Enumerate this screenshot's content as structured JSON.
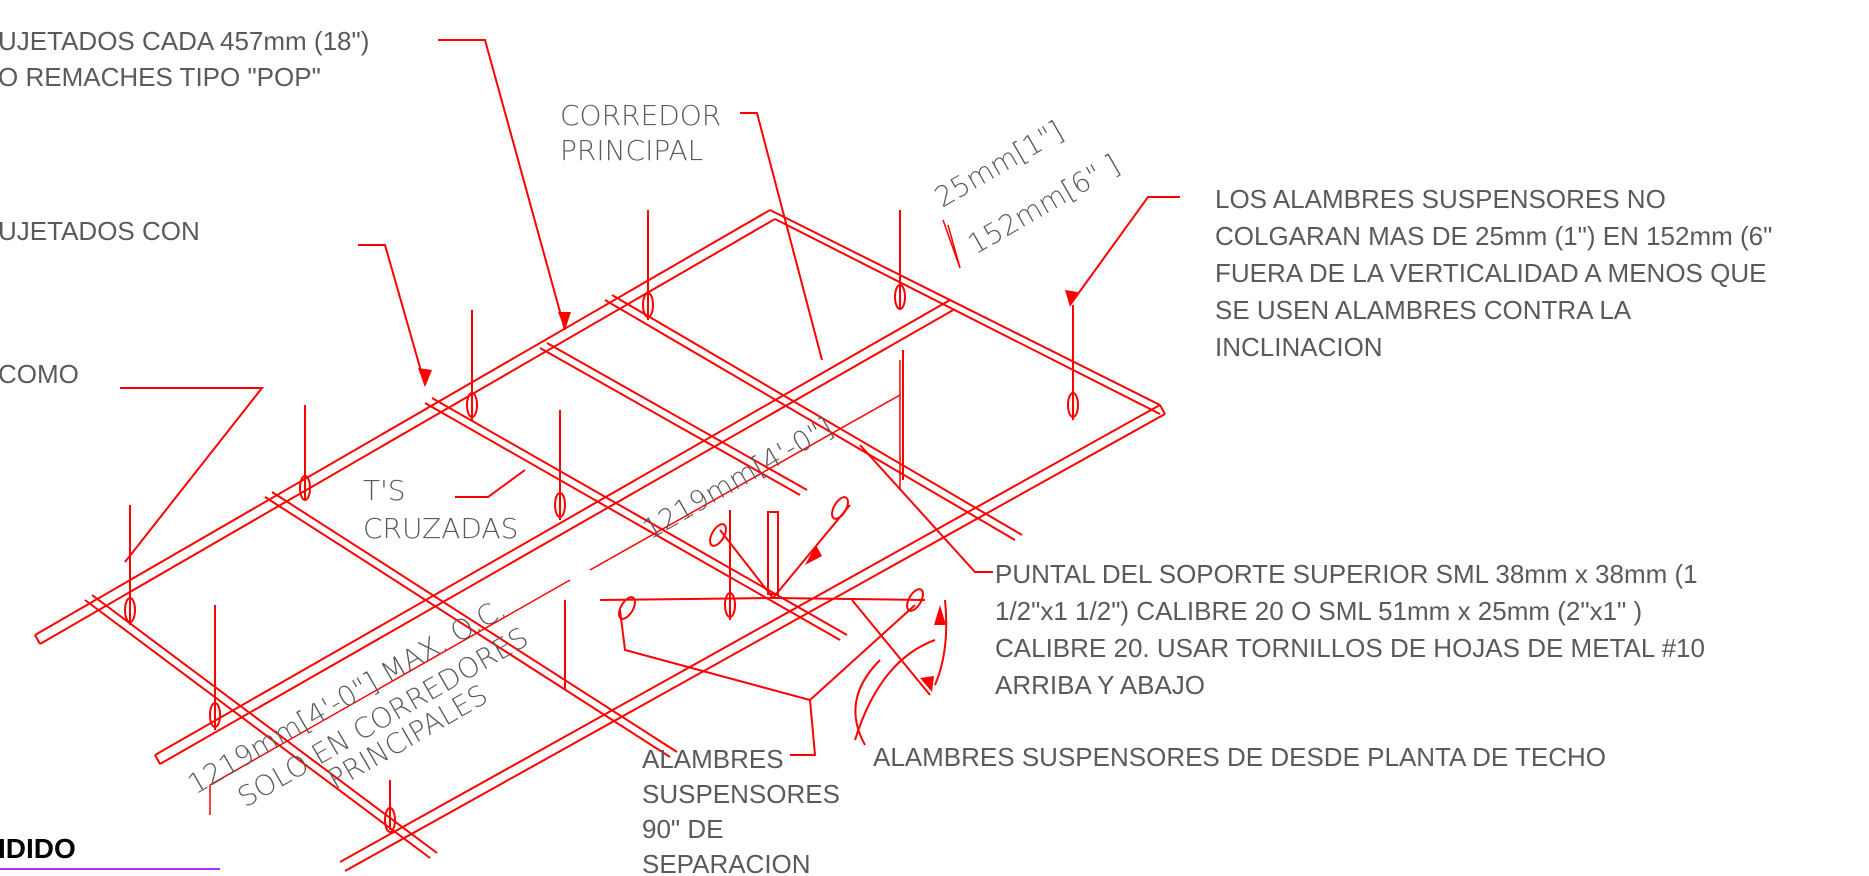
{
  "title": "IDIDO",
  "labels": {
    "corredor": "CORREDOR",
    "principal": "PRINCIPAL",
    "ts": "T'S",
    "cruzadas": "CRUZADAS"
  },
  "dimensions": {
    "slope_rise": "25mm[1\"]",
    "slope_run": "152mm[6\" ]",
    "top_span": "1219mm[4'-0\"]",
    "left_span": "1219mm[4'-0\"] MAX. O.C.",
    "left_span_line2": "SOLO EN CORREDORES",
    "left_span_line3": "PRINCIPALES"
  },
  "notes": {
    "sujetados_457_line1": "UJETADOS CADA 457mm (18\")",
    "sujetados_457_line2": "O REMACHES TIPO \"POP\"",
    "sujetados_con": "UJETADOS CON",
    "como": "COMO",
    "los_alambres": [
      "LOS ALAMBRES SUSPENSORES NO",
      "COLGARAN MAS DE 25mm (1\") EN 152mm (6\"",
      "FUERA DE LA VERTICALIDAD A MENOS QUE",
      "SE USEN ALAMBRES CONTRA LA",
      "INCLINACION"
    ],
    "puntal": [
      "PUNTAL DEL SOPORTE SUPERIOR SML 38mm x 38mm (1",
      "1/2\"x1 1/2\") CALIBRE 20 O SML 51mm x 25mm (2\"x1\" )",
      "CALIBRE 20. USAR TORNILLOS DE HOJAS DE METAL #10",
      "ARRIBA Y ABAJO"
    ],
    "alambres_desde": "ALAMBRES SUSPENSORES DE  DESDE PLANTA DE TECHO",
    "alambres_90": [
      "ALAMBRES",
      "SUSPENSORES",
      "90\" DE",
      "SEPARACION"
    ]
  }
}
